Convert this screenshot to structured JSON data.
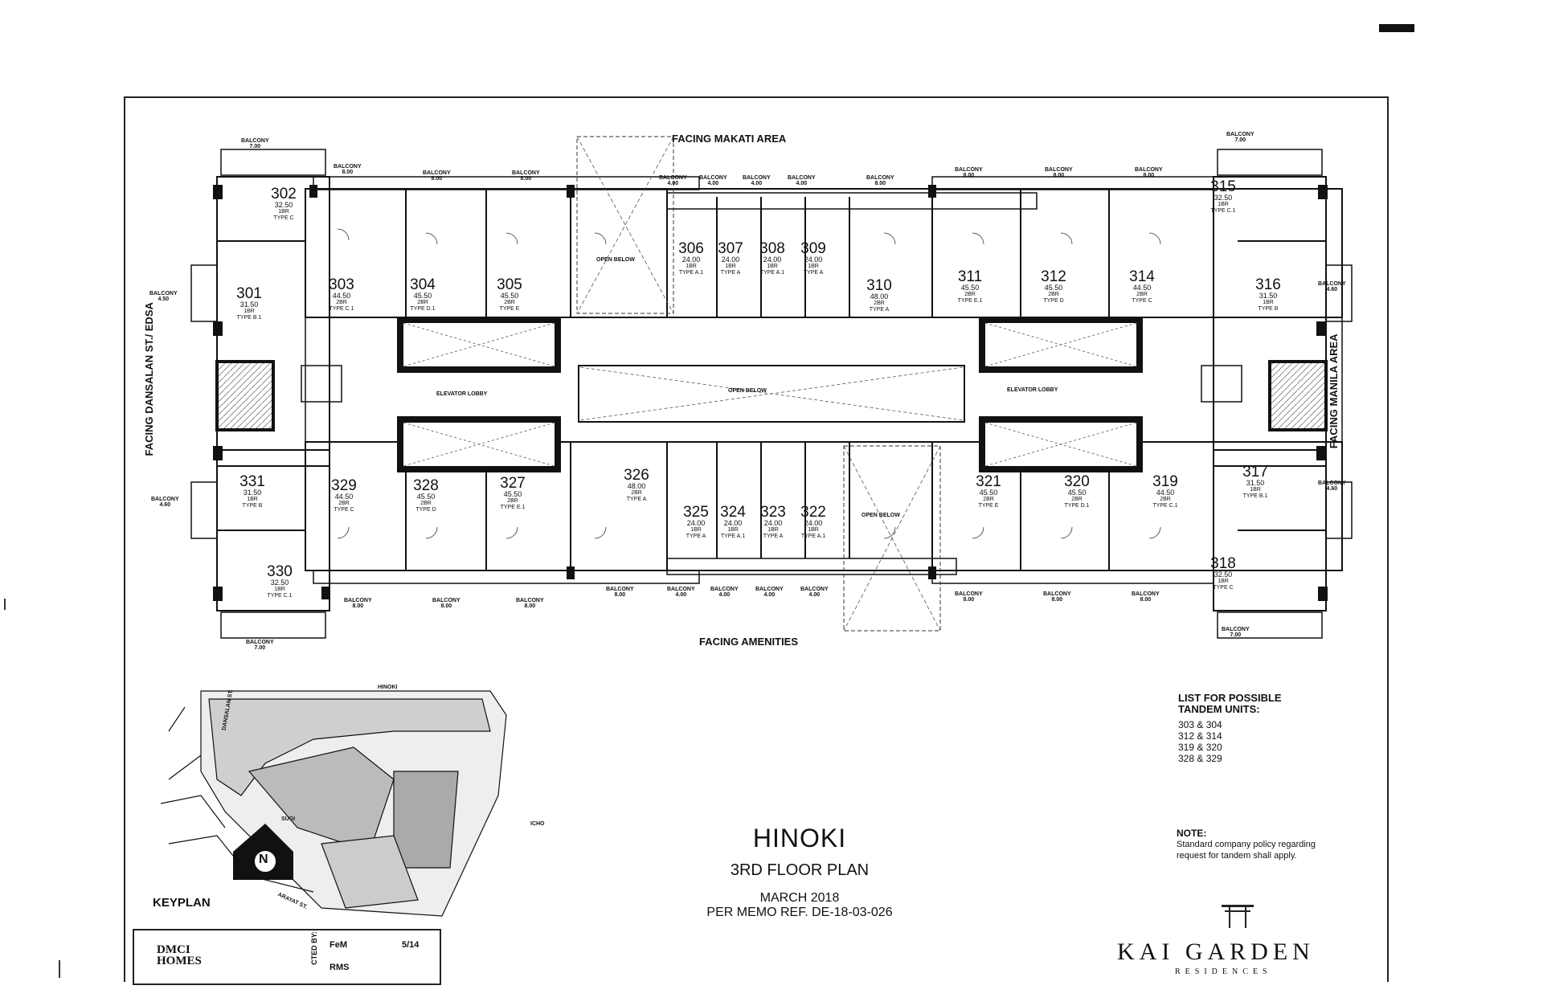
{
  "facing": {
    "makati": "FACING MAKATI AREA",
    "amenities": "FACING AMENITIES",
    "dansalan": "FACING DANSALAN ST./ EDSA",
    "manila": "FACING MANILA AREA"
  },
  "lobby": {
    "left": "ELEVATOR LOBBY",
    "right": "ELEVATOR LOBBY",
    "open_below_center": "OPEN BELOW",
    "open_below_top": "OPEN BELOW",
    "open_below_bottom": "OPEN BELOW"
  },
  "balconies": {
    "b700": "BALCONY\n7.00",
    "b800": "BALCONY\n8.00",
    "b400": "BALCONY\n4.00",
    "b450": "BALCONY\n4.50",
    "b460": "BALCONY\n4.60"
  },
  "units": [
    {
      "no": "302",
      "area": "32.50",
      "br": "1BR",
      "type": "TYPE C"
    },
    {
      "no": "301",
      "area": "31.50",
      "br": "1BR",
      "type": "TYPE B.1"
    },
    {
      "no": "303",
      "area": "44.50",
      "br": "2BR",
      "type": "TYPE C.1"
    },
    {
      "no": "304",
      "area": "45.50",
      "br": "2BR",
      "type": "TYPE D.1"
    },
    {
      "no": "305",
      "area": "45.50",
      "br": "2BR",
      "type": "TYPE E"
    },
    {
      "no": "306",
      "area": "24.00",
      "br": "1BR",
      "type": "TYPE A.1"
    },
    {
      "no": "307",
      "area": "24.00",
      "br": "1BR",
      "type": "TYPE A"
    },
    {
      "no": "308",
      "area": "24.00",
      "br": "1BR",
      "type": "TYPE A.1"
    },
    {
      "no": "309",
      "area": "24.00",
      "br": "1BR",
      "type": "TYPE A"
    },
    {
      "no": "310",
      "area": "48.00",
      "br": "2BR",
      "type": "TYPE A"
    },
    {
      "no": "311",
      "area": "45.50",
      "br": "2BR",
      "type": "TYPE E.1"
    },
    {
      "no": "312",
      "area": "45.50",
      "br": "2BR",
      "type": "TYPE D"
    },
    {
      "no": "314",
      "area": "44.50",
      "br": "2BR",
      "type": "TYPE C"
    },
    {
      "no": "315",
      "area": "32.50",
      "br": "1BR",
      "type": "TYPE C.1"
    },
    {
      "no": "316",
      "area": "31.50",
      "br": "1BR",
      "type": "TYPE B"
    },
    {
      "no": "331",
      "area": "31.50",
      "br": "1BR",
      "type": "TYPE B"
    },
    {
      "no": "329",
      "area": "44.50",
      "br": "2BR",
      "type": "TYPE C"
    },
    {
      "no": "328",
      "area": "45.50",
      "br": "2BR",
      "type": "TYPE D"
    },
    {
      "no": "327",
      "area": "45.50",
      "br": "2BR",
      "type": "TYPE E.1"
    },
    {
      "no": "326",
      "area": "48.00",
      "br": "2BR",
      "type": "TYPE A"
    },
    {
      "no": "325",
      "area": "24.00",
      "br": "1BR",
      "type": "TYPE A"
    },
    {
      "no": "324",
      "area": "24.00",
      "br": "1BR",
      "type": "TYPE A.1"
    },
    {
      "no": "323",
      "area": "24.00",
      "br": "1BR",
      "type": "TYPE A"
    },
    {
      "no": "322",
      "area": "24.00",
      "br": "1BR",
      "type": "TYPE A.1"
    },
    {
      "no": "321",
      "area": "45.50",
      "br": "2BR",
      "type": "TYPE E"
    },
    {
      "no": "320",
      "area": "45.50",
      "br": "2BR",
      "type": "TYPE D.1"
    },
    {
      "no": "319",
      "area": "44.50",
      "br": "2BR",
      "type": "TYPE C.1"
    },
    {
      "no": "317",
      "area": "31.50",
      "br": "1BR",
      "type": "TYPE B.1"
    },
    {
      "no": "330",
      "area": "32.50",
      "br": "1BR",
      "type": "TYPE C.1"
    },
    {
      "no": "318",
      "area": "32.50",
      "br": "1BR",
      "type": "TYPE C"
    }
  ],
  "tandem": {
    "heading": "LIST FOR POSSIBLE\nTANDEM UNITS:",
    "items": [
      "303 & 304",
      "312 & 314",
      "319 & 320",
      "328 & 329"
    ]
  },
  "note": {
    "heading": "NOTE:",
    "text": "Standard company policy regarding\nrequest for tandem shall apply."
  },
  "title": {
    "building": "HINOKI",
    "plan": "3RD FLOOR PLAN",
    "date": "MARCH 2018",
    "memo": "PER MEMO REF. DE-18-03-026"
  },
  "keyplan": {
    "label": "KEYPLAN",
    "hinoki": "HINOKI",
    "sugi": "SUGI",
    "icho": "ICHO",
    "dansalan": "DANSALAN ST.",
    "arayat": "ARAYAT ST."
  },
  "brand": {
    "name": "KAI GARDEN",
    "sub": "RESIDENCES",
    "dmci": "DMCI\nHOMES"
  },
  "stamp": {
    "col": "CTED BY:",
    "r1": "FeM",
    "r2": "RMS",
    "d1": "5/14"
  }
}
